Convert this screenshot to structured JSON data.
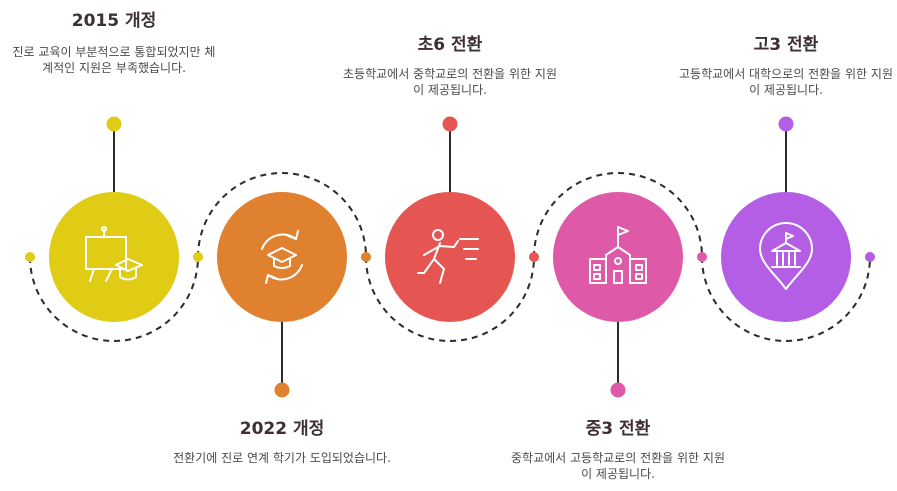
{
  "colors": {
    "line": "#2b2b2b",
    "text_title": "#3d2f33",
    "text_desc": "#4a4a4a",
    "icon": "#ffffff"
  },
  "steps": [
    {
      "title": "2015 개정",
      "desc": "진로 교육이 부분적으로 통합되었지만 체계적인 지원은 부족했습니다.",
      "color": "#e0cb15",
      "icon": "presentation-board-icon"
    },
    {
      "title": "2022 개정",
      "desc": "전환기에 진로 연계 학기가 도입되었습니다.",
      "color": "#e0812f",
      "icon": "graduation-cycle-icon"
    },
    {
      "title": "초6 전환",
      "desc": "초등학교에서 중학교로의 전환을 위한 지원이 제공됩니다.",
      "color": "#e55652",
      "icon": "running-person-icon"
    },
    {
      "title": "중3 전환",
      "desc": "중학교에서 고등학교로의 전환을 위한 지원이 제공됩니다.",
      "color": "#de5aa8",
      "icon": "school-building-icon"
    },
    {
      "title": "고3 전환",
      "desc": "고등학교에서 대학으로의 전환을 위한 지원이 제공됩니다.",
      "color": "#b45ee6",
      "icon": "university-pin-icon"
    }
  ]
}
